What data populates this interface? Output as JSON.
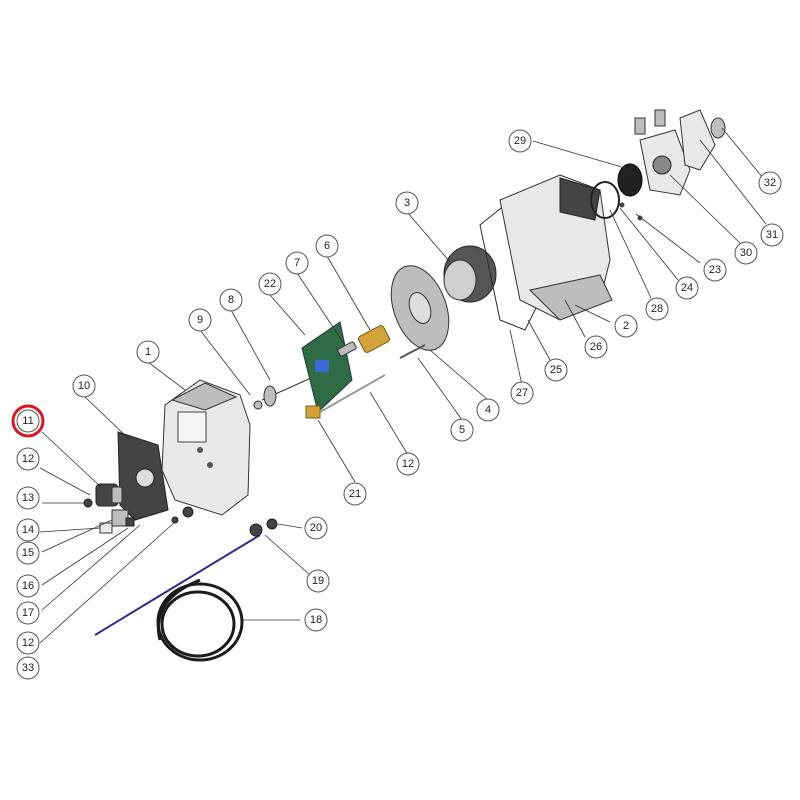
{
  "colors": {
    "highlight": "#e0141e",
    "pcb": "#2f6b45",
    "brass": "#d1a33a",
    "blue_wire": "#2d2d8a"
  },
  "highlighted_part": "11",
  "callouts": [
    {
      "id": "c1",
      "label": "1"
    },
    {
      "id": "c2",
      "label": "2"
    },
    {
      "id": "c3",
      "label": "3"
    },
    {
      "id": "c4",
      "label": "4"
    },
    {
      "id": "c5",
      "label": "5"
    },
    {
      "id": "c6",
      "label": "6"
    },
    {
      "id": "c7",
      "label": "7"
    },
    {
      "id": "c8",
      "label": "8"
    },
    {
      "id": "c9",
      "label": "9"
    },
    {
      "id": "c10",
      "label": "10"
    },
    {
      "id": "c11",
      "label": "11"
    },
    {
      "id": "c12a",
      "label": "12"
    },
    {
      "id": "c12b",
      "label": "12"
    },
    {
      "id": "c12c",
      "label": "12"
    },
    {
      "id": "c13",
      "label": "13"
    },
    {
      "id": "c14",
      "label": "14"
    },
    {
      "id": "c15",
      "label": "15"
    },
    {
      "id": "c16",
      "label": "16"
    },
    {
      "id": "c17",
      "label": "17"
    },
    {
      "id": "c18",
      "label": "18"
    },
    {
      "id": "c19",
      "label": "19"
    },
    {
      "id": "c20",
      "label": "20"
    },
    {
      "id": "c21",
      "label": "21"
    },
    {
      "id": "c22",
      "label": "22"
    },
    {
      "id": "c23",
      "label": "23"
    },
    {
      "id": "c24",
      "label": "24"
    },
    {
      "id": "c25",
      "label": "25"
    },
    {
      "id": "c26",
      "label": "26"
    },
    {
      "id": "c27",
      "label": "27"
    },
    {
      "id": "c28",
      "label": "28"
    },
    {
      "id": "c29",
      "label": "29"
    },
    {
      "id": "c30",
      "label": "30"
    },
    {
      "id": "c31",
      "label": "31"
    },
    {
      "id": "c32",
      "label": "32"
    },
    {
      "id": "c33",
      "label": "33"
    }
  ]
}
